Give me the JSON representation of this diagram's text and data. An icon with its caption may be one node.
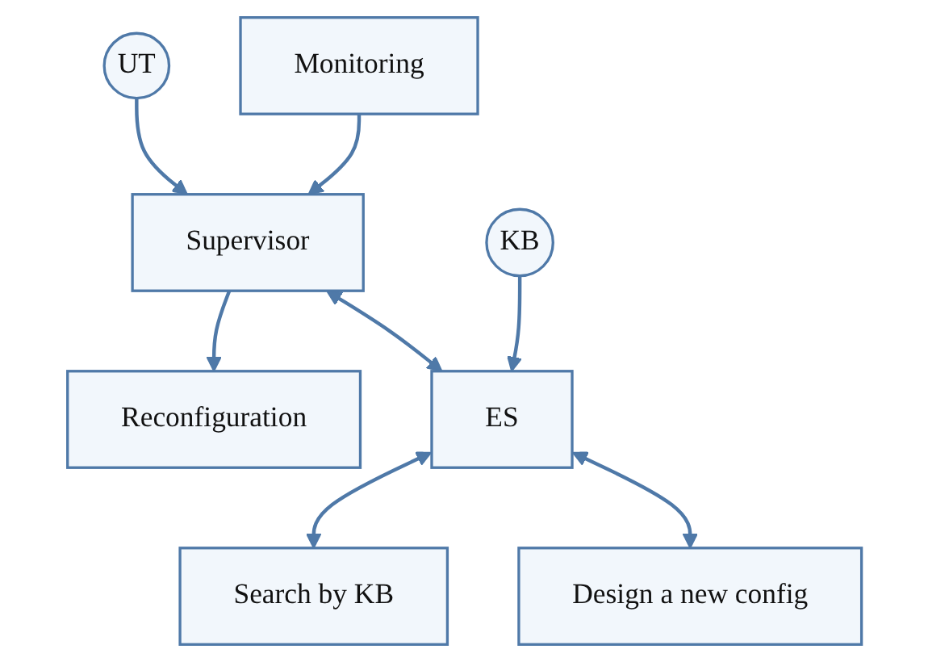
{
  "diagram": {
    "nodes": [
      {
        "text": [
          "UT"
        ]
      },
      {
        "text": [
          "Supervisor"
        ]
      },
      {
        "text": [
          "Monitoring"
        ]
      },
      {
        "text": [
          "Reconfiguration"
        ]
      },
      {
        "text": [
          "KB"
        ]
      },
      {
        "text": [
          "ES"
        ]
      },
      {
        "text": [
          "Search by KB"
        ]
      },
      {
        "text": [
          "Design a new config"
        ]
      }
    ],
    "edges": [
      {
        "from": 0,
        "to": 1,
        "arrow": "to"
      },
      {
        "from": 2,
        "to": 1,
        "arrow": "to"
      },
      {
        "from": 1,
        "to": 3,
        "arrow": "to"
      },
      {
        "from": 1,
        "to": 5,
        "arrow": "both"
      },
      {
        "from": 4,
        "to": 5,
        "arrow": "to"
      },
      {
        "from": 5,
        "to": 6,
        "arrow": "both"
      },
      {
        "from": 5,
        "to": 7,
        "arrow": "both"
      }
    ]
  }
}
